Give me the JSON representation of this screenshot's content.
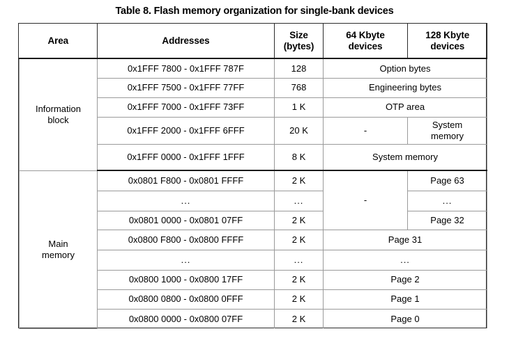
{
  "document": {
    "title": "Table 8. Flash memory organization for single-bank devices"
  },
  "table": {
    "headers": [
      {
        "label": "Area"
      },
      {
        "label": "Addresses"
      },
      {
        "line1": "Size",
        "line2": "(bytes)"
      },
      {
        "line1": "64 Kbyte",
        "line2": "devices"
      },
      {
        "line1": "128 Kbyte",
        "line2": "devices"
      }
    ],
    "sections": [
      {
        "area": "Information block",
        "area_line1": "Information",
        "area_line2": "block",
        "rows": [
          {
            "addresses": "0x1FFF 7800 - 0x1FFF 787F",
            "size": "128",
            "span": "Option bytes"
          },
          {
            "addresses": "0x1FFF 7500 - 0x1FFF 77FF",
            "size": "768",
            "span": "Engineering bytes"
          },
          {
            "addresses": "0x1FFF 7000 - 0x1FFF 73FF",
            "size": "1 K",
            "span": "OTP area"
          },
          {
            "addresses": "0x1FFF 2000 - 0x1FFF 6FFF",
            "size": "20 K",
            "dev64": "-",
            "dev128_line1": "System",
            "dev128_line2": "memory"
          },
          {
            "addresses": "0x1FFF 0000 - 0x1FFF 1FFF",
            "size": "8 K",
            "span": "System memory"
          }
        ]
      },
      {
        "area": "Main memory",
        "area_line1": "Main",
        "area_line2": "memory",
        "dev64_merged": "-",
        "rows": [
          {
            "addresses": "0x0801 F800 - 0x0801 FFFF",
            "size": "2 K",
            "dev128": "Page 63"
          },
          {
            "addresses": "...",
            "size": "...",
            "dev128": "..."
          },
          {
            "addresses": "0x0801 0000 - 0x0801 07FF",
            "size": "2 K",
            "dev128": "Page 32"
          },
          {
            "addresses": "0x0800 F800 - 0x0800 FFFF",
            "size": "2 K",
            "span": "Page 31"
          },
          {
            "addresses": "...",
            "size": "...",
            "span": "..."
          },
          {
            "addresses": "0x0800 1000 - 0x0800 17FF",
            "size": "2 K",
            "span": "Page 2"
          },
          {
            "addresses": "0x0800 0800 - 0x0800 0FFF",
            "size": "2 K",
            "span": "Page 1"
          },
          {
            "addresses": "0x0800 0000 - 0x0800 07FF",
            "size": "2 K",
            "span": "Page 0"
          }
        ]
      }
    ]
  }
}
